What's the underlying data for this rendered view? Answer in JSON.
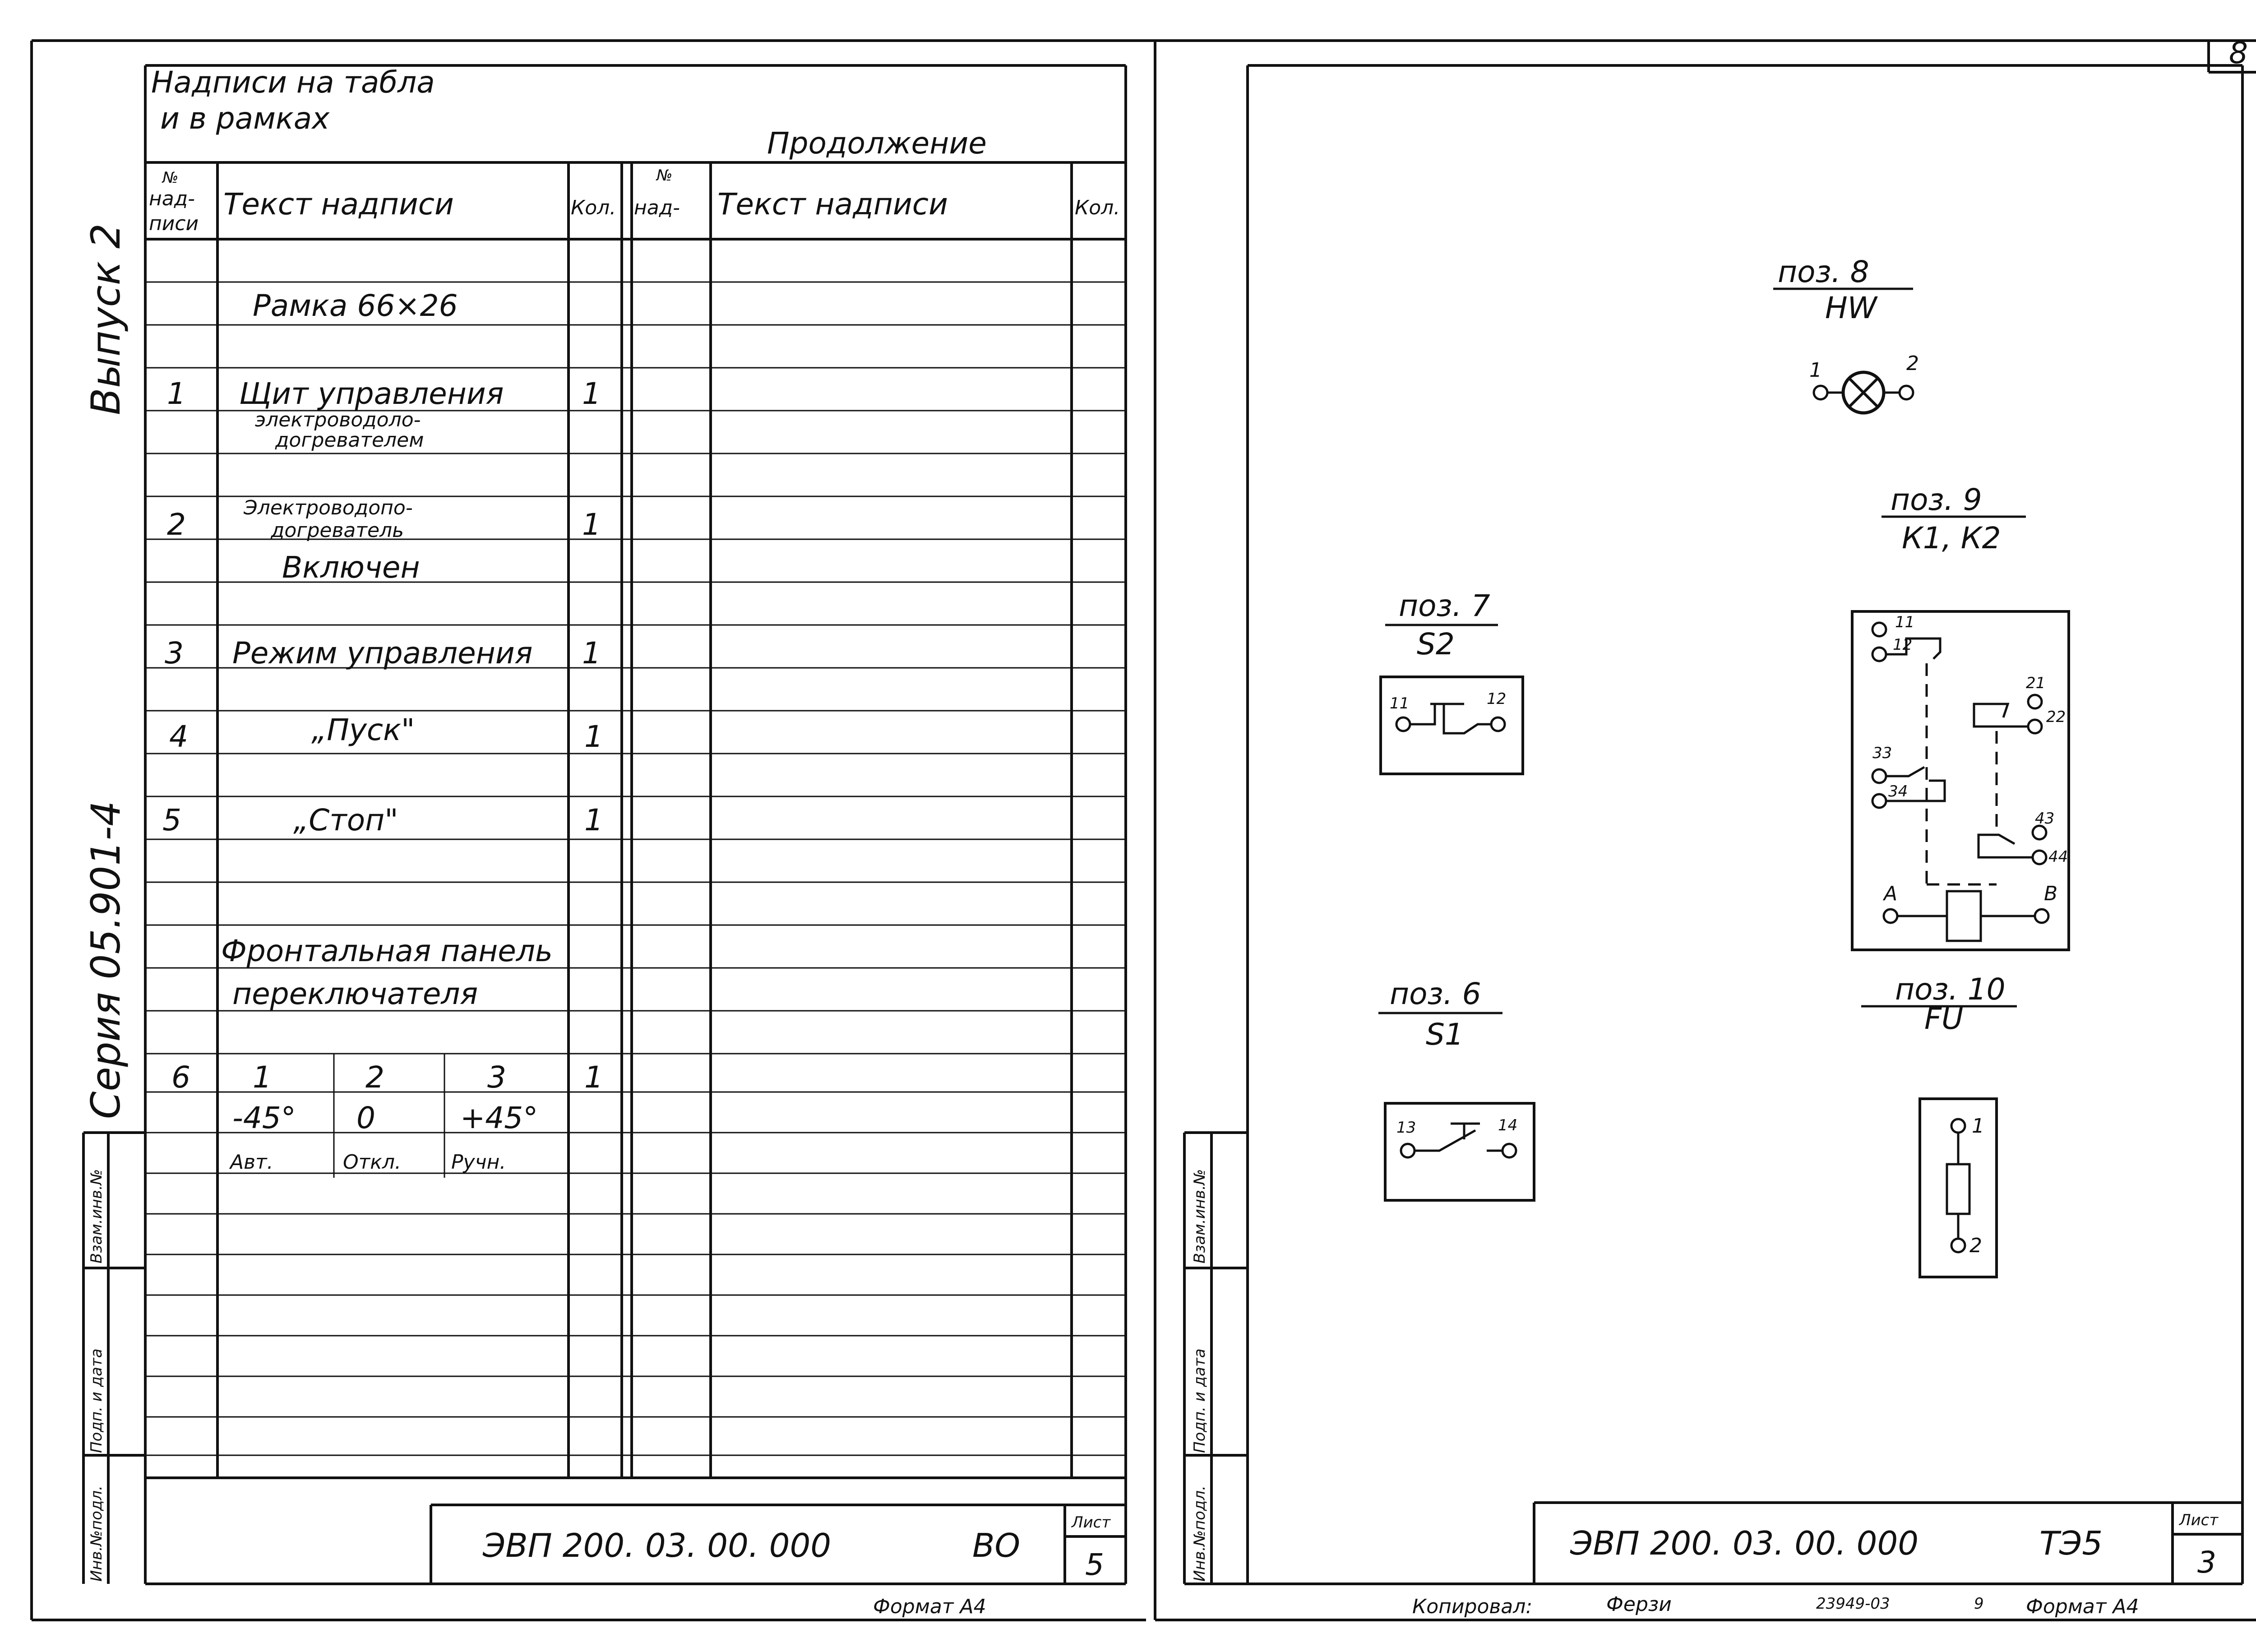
{
  "page_number": "8",
  "left_sheet": {
    "heading_line1": "Надписи на табла",
    "heading_line2": "и в рамках",
    "continuation": "Продолжение",
    "col_no_line1": "№",
    "col_no_line2": "над-",
    "col_no_line3": "писи",
    "col_no_cont_line1": "№",
    "col_no_cont_line2": "над-",
    "col_text": "Текст надписи",
    "col_qty": "Кол.",
    "rows": [
      {
        "no": "",
        "text": "Рамка 66×26",
        "qty": ""
      },
      {
        "no": "1",
        "text": "Щит управления",
        "text2": "электроводоло-",
        "text3": "догревателем",
        "qty": "1"
      },
      {
        "no": "2",
        "text": "Электроводопо-",
        "text2": "догреватель",
        "qty": "1"
      },
      {
        "no": "",
        "text": "Включен",
        "qty": ""
      },
      {
        "no": "3",
        "text": "Режим управления",
        "qty": "1"
      },
      {
        "no": "4",
        "text": "„Пуск\"",
        "qty": "1"
      },
      {
        "no": "5",
        "text": "„Стоп\"",
        "qty": "1"
      },
      {
        "no": "",
        "text": "Фронтальная панель",
        "qty": ""
      },
      {
        "no": "",
        "text": "переключателя",
        "qty": ""
      }
    ],
    "switch_row": {
      "no": "6",
      "qty": "1",
      "positions": [
        "1",
        "2",
        "3"
      ],
      "angles": [
        "-45°",
        "0",
        "+45°"
      ],
      "modes": [
        "Авт.",
        "Откл.",
        "Ручн."
      ]
    },
    "series_vertical": "Серия 05.901-4",
    "issue_vertical": "Выпуск 2",
    "side_stamp": [
      "Инв.№подл.",
      "Подп. и дата",
      "Взам.инв.№"
    ],
    "title_code": "ЭВП 200. 03. 00. 000",
    "title_suffix": "ВО",
    "sheet_label": "Лист",
    "sheet_no": "5",
    "format": "Формат А4"
  },
  "right_sheet": {
    "components": [
      {
        "pos": "поз. 8",
        "designation": "HW",
        "pins": [
          "1",
          "2"
        ]
      },
      {
        "pos": "поз. 9",
        "designation": "К1, К2",
        "pins": [
          "11",
          "12",
          "21",
          "22",
          "33",
          "34",
          "43",
          "44",
          "А",
          "В"
        ]
      },
      {
        "pos": "поз. 7",
        "designation": "S2",
        "pins": [
          "11",
          "12"
        ]
      },
      {
        "pos": "поз. 6",
        "designation": "S1",
        "pins": [
          "13",
          "14"
        ]
      },
      {
        "pos": "поз. 10",
        "designation": "FU",
        "pins": [
          "1",
          "2"
        ]
      }
    ],
    "side_stamp": [
      "Инв.№подл.",
      "Подп. и дата",
      "Взам.инв.№"
    ],
    "title_code": "ЭВП 200. 03. 00. 000",
    "title_suffix": "ТЭ5",
    "sheet_label": "Лист",
    "sheet_no": "3",
    "copied_by": "Копировал:",
    "signature": "Ферзи",
    "order_no": "23949-03",
    "order_suffix": "9",
    "format": "Формат А4"
  }
}
